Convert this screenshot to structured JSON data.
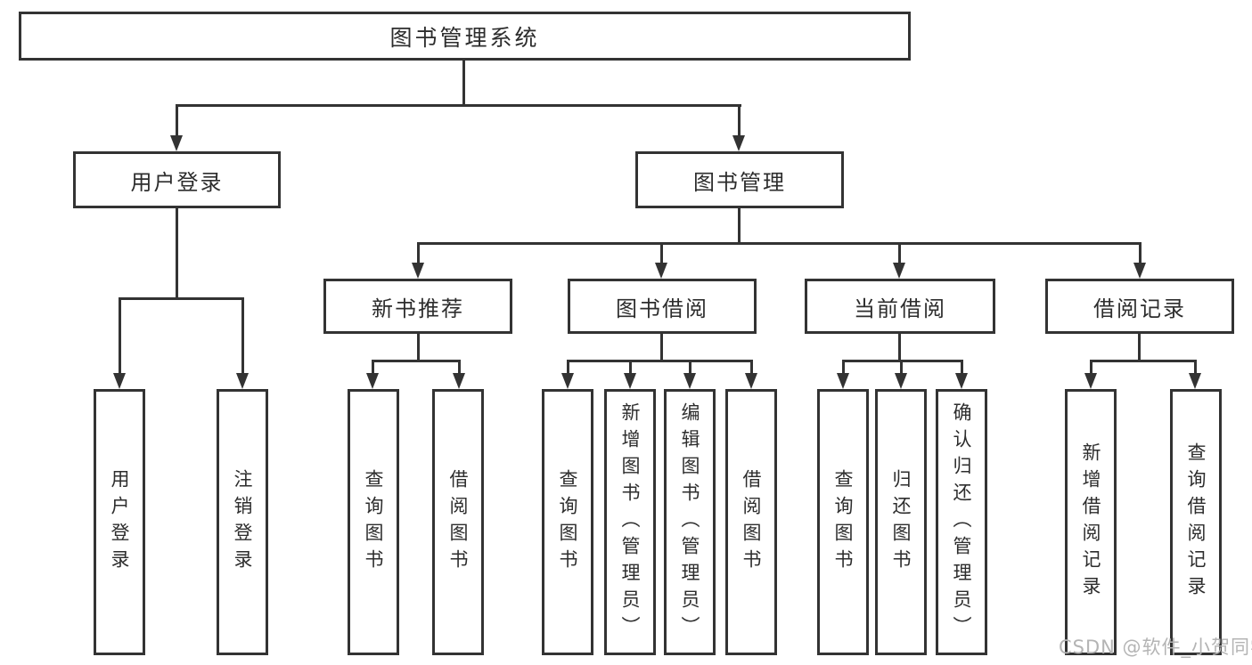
{
  "diagram": {
    "type": "tree",
    "title": "图书管理系统",
    "nodes": {
      "root": {
        "label": "图书管理系统"
      },
      "user_login": {
        "label": "用户登录"
      },
      "book_management": {
        "label": "图书管理"
      },
      "new_book_recommend": {
        "label": "新书推荐"
      },
      "book_borrowing": {
        "label": "图书借阅"
      },
      "current_borrowing": {
        "label": "当前借阅"
      },
      "borrowing_records": {
        "label": "借阅记录"
      },
      "leaf_user_login": {
        "label": "用户登录"
      },
      "leaf_logout": {
        "label": "注销登录"
      },
      "leaf_nbr_query_books": {
        "label": "查询图书"
      },
      "leaf_nbr_borrow_books": {
        "label": "借阅图书"
      },
      "leaf_bb_query_books": {
        "label": "查询图书"
      },
      "leaf_bb_add_books": {
        "label": "新增图书（管理员）"
      },
      "leaf_bb_edit_books": {
        "label": "编辑图书（管理员）"
      },
      "leaf_bb_borrow_books": {
        "label": "借阅图书"
      },
      "leaf_cb_query_books": {
        "label": "查询图书"
      },
      "leaf_cb_return_books": {
        "label": "归还图书"
      },
      "leaf_cb_confirm_return": {
        "label": "确认归还（管理员）"
      },
      "leaf_br_add_record": {
        "label": "新增借阅记录"
      },
      "leaf_br_query_record": {
        "label": "查询借阅记录"
      }
    },
    "edges": [
      [
        "root",
        "user_login"
      ],
      [
        "root",
        "book_management"
      ],
      [
        "user_login",
        "leaf_user_login"
      ],
      [
        "user_login",
        "leaf_logout"
      ],
      [
        "book_management",
        "new_book_recommend"
      ],
      [
        "book_management",
        "book_borrowing"
      ],
      [
        "book_management",
        "current_borrowing"
      ],
      [
        "book_management",
        "borrowing_records"
      ],
      [
        "new_book_recommend",
        "leaf_nbr_query_books"
      ],
      [
        "new_book_recommend",
        "leaf_nbr_borrow_books"
      ],
      [
        "book_borrowing",
        "leaf_bb_query_books"
      ],
      [
        "book_borrowing",
        "leaf_bb_add_books"
      ],
      [
        "book_borrowing",
        "leaf_bb_edit_books"
      ],
      [
        "book_borrowing",
        "leaf_bb_borrow_books"
      ],
      [
        "current_borrowing",
        "leaf_cb_query_books"
      ],
      [
        "current_borrowing",
        "leaf_cb_return_books"
      ],
      [
        "current_borrowing",
        "leaf_cb_confirm_return"
      ],
      [
        "borrowing_records",
        "leaf_br_add_record"
      ],
      [
        "borrowing_records",
        "leaf_br_query_record"
      ]
    ]
  },
  "watermark": {
    "text": "CSDN @软件_小贺同学"
  },
  "colors": {
    "line": "#333333",
    "text": "#2d2d2d",
    "background": "#ffffff",
    "watermark": "#b4b4b4"
  }
}
